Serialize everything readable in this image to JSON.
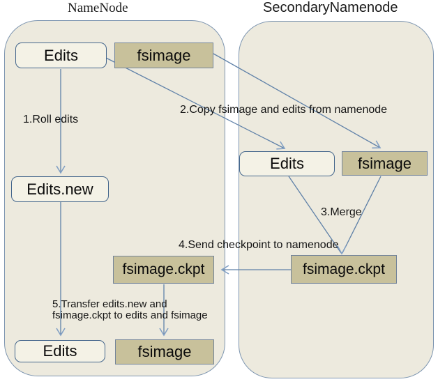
{
  "titles": {
    "namenode": "NameNode",
    "secondary": "SecondaryNamenode"
  },
  "nodes": {
    "nn_edits_top": "Edits",
    "nn_fsimage_top": "fsimage",
    "nn_edits_new": "Edits.new",
    "nn_fsimage_ckpt": "fsimage.ckpt",
    "nn_edits_bottom": "Edits",
    "nn_fsimage_bottom": "fsimage",
    "snn_edits": "Edits",
    "snn_fsimage": "fsimage",
    "snn_fsimage_ckpt": "fsimage.ckpt"
  },
  "steps": {
    "step1": "1.Roll edits",
    "step2": "2.Copy fsimage and edits from namenode",
    "step3": "3.Merge",
    "step4": "4.Send checkpoint to namenode",
    "step5_line1": "5.Transfer edits.new and",
    "step5_line2": "fsimage.ckpt to edits and fsimage"
  },
  "colors": {
    "container_fill": "#edeade",
    "container_border": "#7d95b0",
    "light_box_fill": "#f4f2e6",
    "light_box_border": "#44668c",
    "tan_box_fill": "#c8c19b",
    "tan_box_border": "#73849a",
    "line": "#5f81a8",
    "arrowhead": "#82a0c4",
    "text": "#000000"
  }
}
